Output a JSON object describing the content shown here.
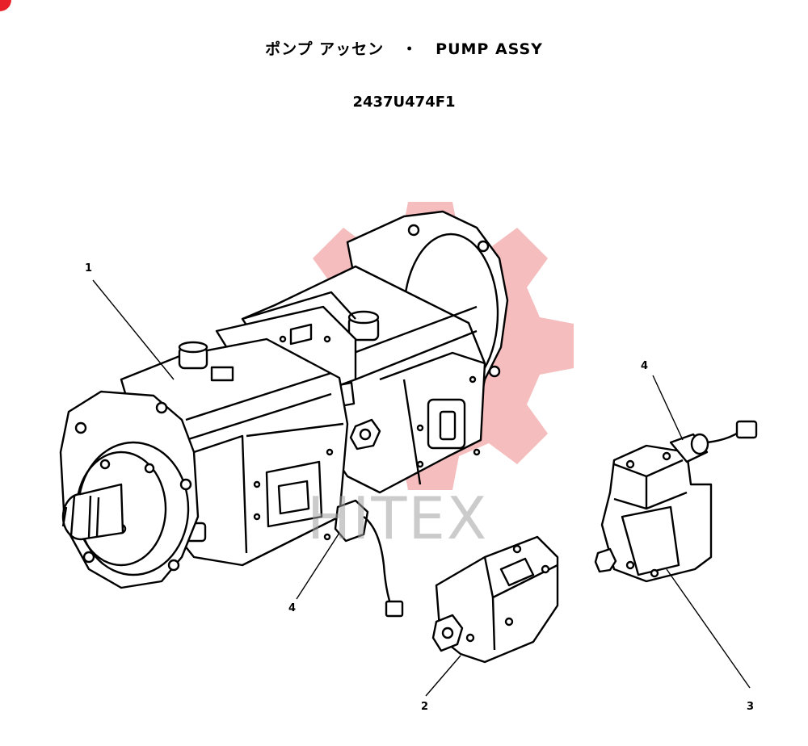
{
  "title": {
    "jp": "ポンプ アッセン",
    "separator": "・",
    "en": "PUMP ASSY"
  },
  "part_number": "2437U474F1",
  "watermark": {
    "text": "HITEX",
    "color": "#f4b6b6"
  },
  "corner_mark_color": "#e8202a",
  "callouts": [
    {
      "label": "1",
      "part": "main pump"
    },
    {
      "label": "2",
      "part": "regulator"
    },
    {
      "label": "3",
      "part": "regulator"
    },
    {
      "label": "4",
      "part": "sensor"
    },
    {
      "label": "4",
      "part": "sensor"
    }
  ]
}
